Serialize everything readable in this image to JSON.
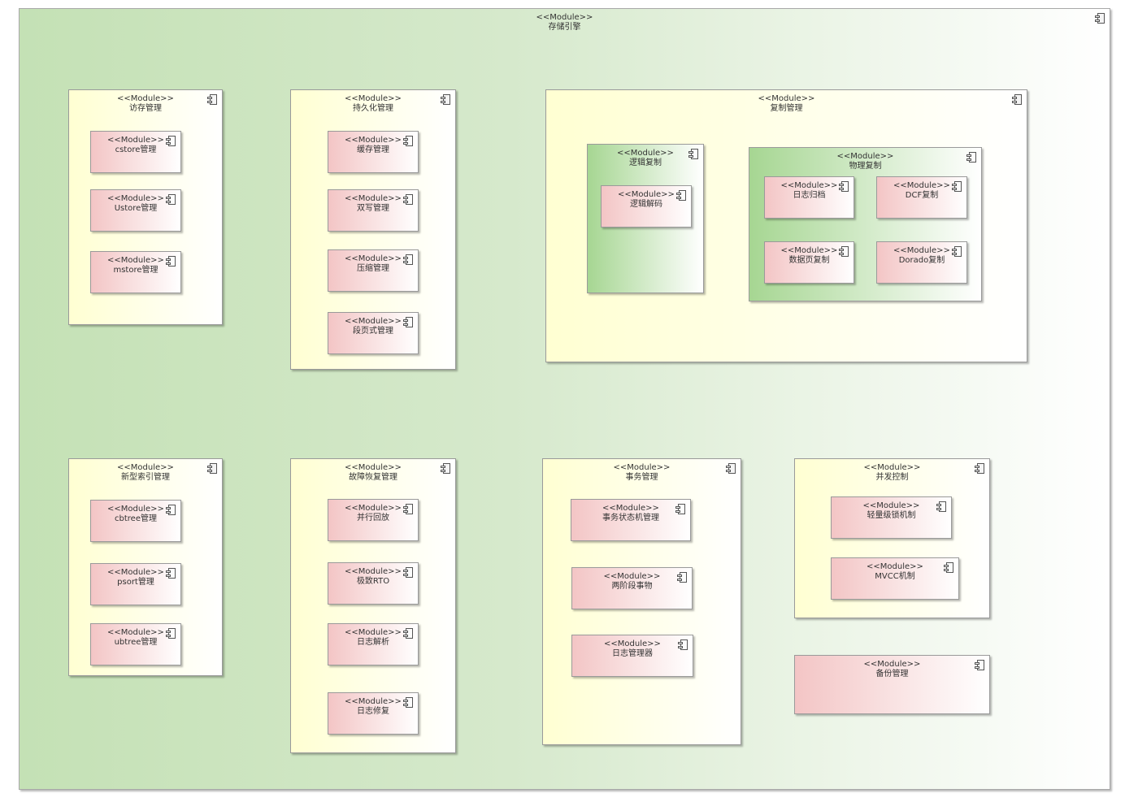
{
  "stereotype": "<<Module>>",
  "root": {
    "name": "存储引擎"
  },
  "modules": {
    "fangcun": {
      "name": "访存管理",
      "children": [
        "cstore管理",
        "Ustore管理",
        "mstore管理"
      ]
    },
    "chijiu": {
      "name": "持久化管理",
      "children": [
        "缓存管理",
        "双写管理",
        "压缩管理",
        "段页式管理"
      ]
    },
    "fuzhi": {
      "name": "复制管理",
      "logic": {
        "name": "逻辑复制",
        "children": [
          "逻辑解码"
        ]
      },
      "physical": {
        "name": "物理复制",
        "children": [
          "日志归档",
          "DCF复制",
          "数据页复制",
          "Dorado复制"
        ]
      }
    },
    "suoyin": {
      "name": "新型索引管理",
      "children": [
        "cbtree管理",
        "psort管理",
        "ubtree管理"
      ]
    },
    "guzhang": {
      "name": "故障恢复管理",
      "children": [
        "并行回放",
        "极致RTO",
        "日志解析",
        "日志修复"
      ]
    },
    "shiwu": {
      "name": "事务管理",
      "children": [
        "事务状态机管理",
        "两阶段事物",
        "日志管理器"
      ]
    },
    "bingfa": {
      "name": "并发控制",
      "children": [
        "轻量级锁机制",
        "MVCC机制"
      ]
    },
    "beifen": {
      "name": "备份管理"
    }
  }
}
